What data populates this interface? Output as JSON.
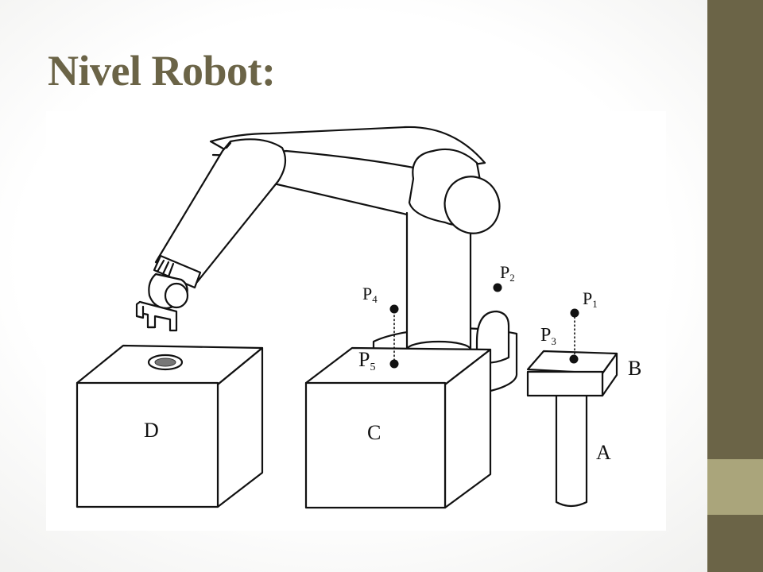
{
  "slide": {
    "title": "Nivel Robot:",
    "accent_dark": "#6b6447",
    "accent_light": "#aaa57b"
  },
  "diagram": {
    "objects": {
      "block_d": "D",
      "block_c": "C",
      "pedestal_a": "A",
      "platform_b": "B"
    },
    "points": {
      "p1": "P",
      "p1_sub": "1",
      "p2": "P",
      "p2_sub": "2",
      "p3": "P",
      "p3_sub": "3",
      "p4": "P",
      "p4_sub": "4",
      "p5": "P",
      "p5_sub": "5"
    }
  }
}
